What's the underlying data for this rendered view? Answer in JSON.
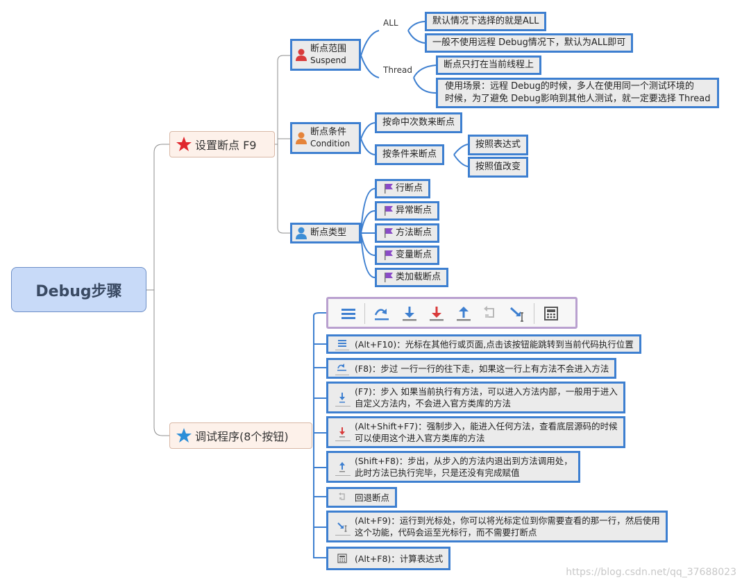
{
  "root": {
    "label": "Debug步骤"
  },
  "branches": {
    "breakpoint": {
      "label": "设置断点 F9"
    },
    "debug": {
      "label": "调试程序(8个按钮)"
    }
  },
  "suspend": {
    "title": "断点范围",
    "subtitle": "Suspend",
    "all_label": "ALL",
    "thread_label": "Thread",
    "all_items": [
      "默认情况下选择的就是ALL",
      "一般不使用远程 Debug情况下，默认为ALL即可"
    ],
    "thread_items": [
      "断点只打在当前线程上"
    ],
    "thread_scene": [
      "使用场景：远程 Debug的时候，多人在使用同一个测试环境的",
      "时候，为了避免 Debug影响到其他人测试，就一定要选择 Thread"
    ]
  },
  "condition": {
    "title": "断点条件",
    "subtitle": "Condition",
    "hit_count": "按命中次数来断点",
    "by_condition": "按条件来断点",
    "by_expression": "按照表达式",
    "by_value_change": "按照值改变"
  },
  "types": {
    "title": "断点类型",
    "items": [
      "行断点",
      "异常断点",
      "方法断点",
      "变量断点",
      "类加载断点"
    ]
  },
  "buttons": [
    {
      "icon": "show-execution-point-icon",
      "lines": [
        "(Alt+F10)：光标在其他行或页面,点击该按钮能跳转到当前代码执行位置"
      ]
    },
    {
      "icon": "step-over-icon",
      "lines": [
        "(F8)：步过 一行一行的往下走，如果这一行上有方法不会进入方法"
      ]
    },
    {
      "icon": "step-into-icon",
      "lines": [
        "(F7)：步入 如果当前执行有方法，可以进入方法内部，一般用于进入",
        "自定义方法内，不会进入官方类库的方法"
      ]
    },
    {
      "icon": "force-step-into-icon",
      "lines": [
        "(Alt+Shift+F7)：强制步入，能进入任何方法，查看底层源码的时候",
        "可以使用这个进入官方类库的方法"
      ]
    },
    {
      "icon": "step-out-icon",
      "lines": [
        "(Shift+F8)：步出，从步入的方法内退出到方法调用处，",
        "此时方法已执行完毕，只是还没有完成赋值"
      ]
    },
    {
      "icon": "drop-frame-icon",
      "lines": [
        "回退断点"
      ]
    },
    {
      "icon": "run-to-cursor-icon",
      "lines": [
        "(Alt+F9)：运行到光标处，你可以将光标定位到你需要查看的那一行，然后使用",
        "这个功能，代码会运至光标行，而不需要打断点"
      ]
    },
    {
      "icon": "evaluate-expression-icon",
      "lines": [
        "(Alt+F8)：计算表达式"
      ]
    }
  ],
  "watermark": "https://blog.csdn.net/qq_37688023",
  "colors": {
    "border_blue": "#3d7fd0",
    "root_fill": "#c8daf8",
    "branch_fill": "#fdf1ea",
    "toolbar_border": "#b9a0cf"
  }
}
